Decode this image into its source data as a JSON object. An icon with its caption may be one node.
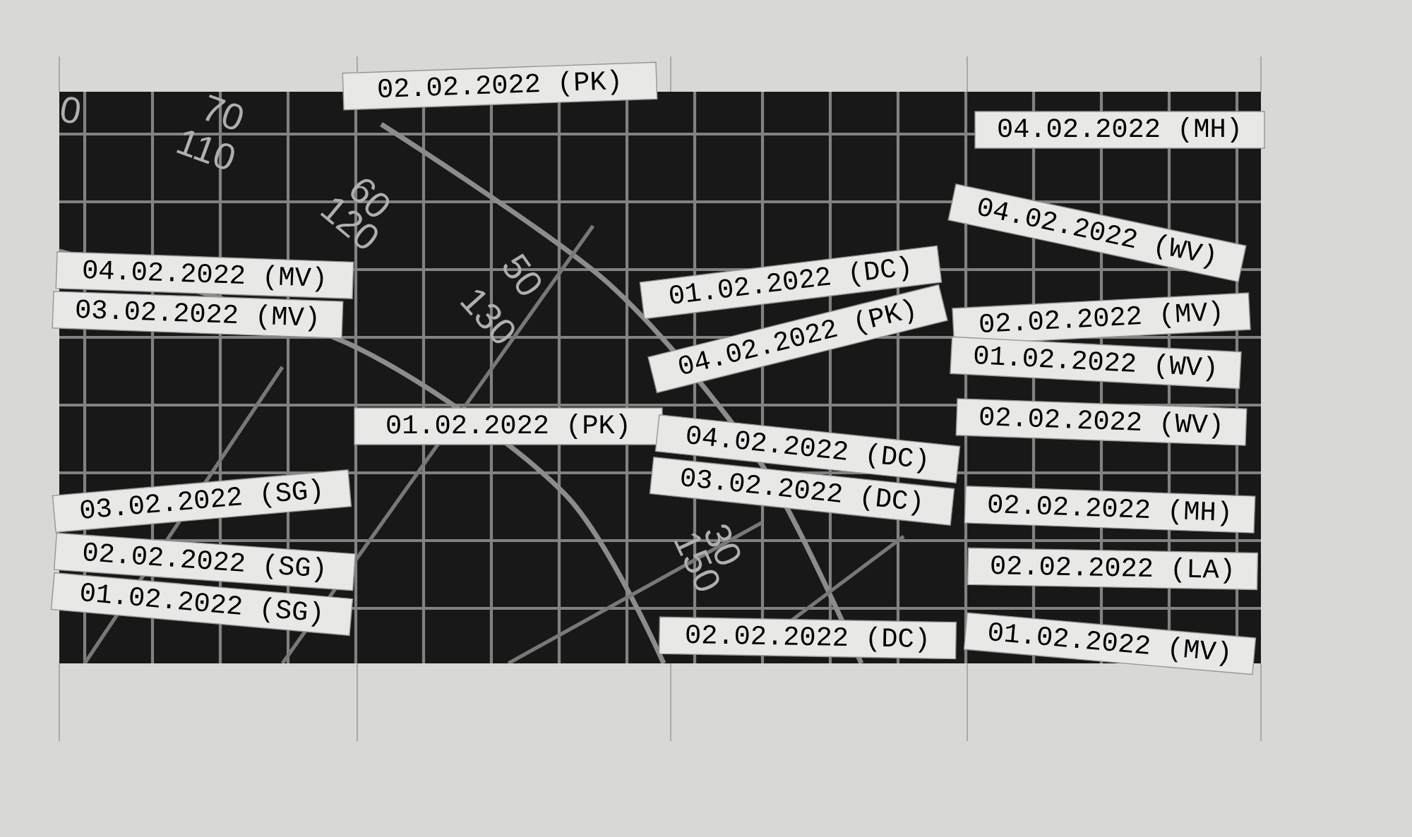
{
  "diagram": {
    "nodes": [
      {
        "text": [
          "02.02.2022 (PK)"
        ]
      },
      {
        "text": [
          "04.02.2022 (MH)"
        ]
      },
      {
        "text": [
          "04.02.2022 (WV)"
        ]
      },
      {
        "text": [
          "04.02.2022 (MV)"
        ]
      },
      {
        "text": [
          "01.02.2022 (DC)"
        ]
      },
      {
        "text": [
          "03.02.2022 (MV)"
        ]
      },
      {
        "text": [
          "02.02.2022 (MV)"
        ]
      },
      {
        "text": [
          "04.02.2022 (PK)"
        ]
      },
      {
        "text": [
          "01.02.2022 (WV)"
        ]
      },
      {
        "text": [
          "02.02.2022 (WV)"
        ]
      },
      {
        "text": [
          "01.02.2022 (PK)"
        ]
      },
      {
        "text": [
          "04.02.2022 (DC)"
        ]
      },
      {
        "text": [
          "03.02.2022 (DC)"
        ]
      },
      {
        "text": [
          "03.02.2022 (SG)"
        ]
      },
      {
        "text": [
          "02.02.2022 (MH)"
        ]
      },
      {
        "text": [
          "02.02.2022 (SG)"
        ]
      },
      {
        "text": [
          "02.02.2022 (LA)"
        ]
      },
      {
        "text": [
          "01.02.2022 (SG)"
        ]
      },
      {
        "text": [
          "02.02.2022 (DC)"
        ]
      },
      {
        "text": [
          "01.02.2022 (MV)"
        ]
      }
    ],
    "labels": [
      "0",
      "70",
      "110",
      "60",
      "120",
      "50",
      "130",
      "30",
      "150"
    ]
  }
}
